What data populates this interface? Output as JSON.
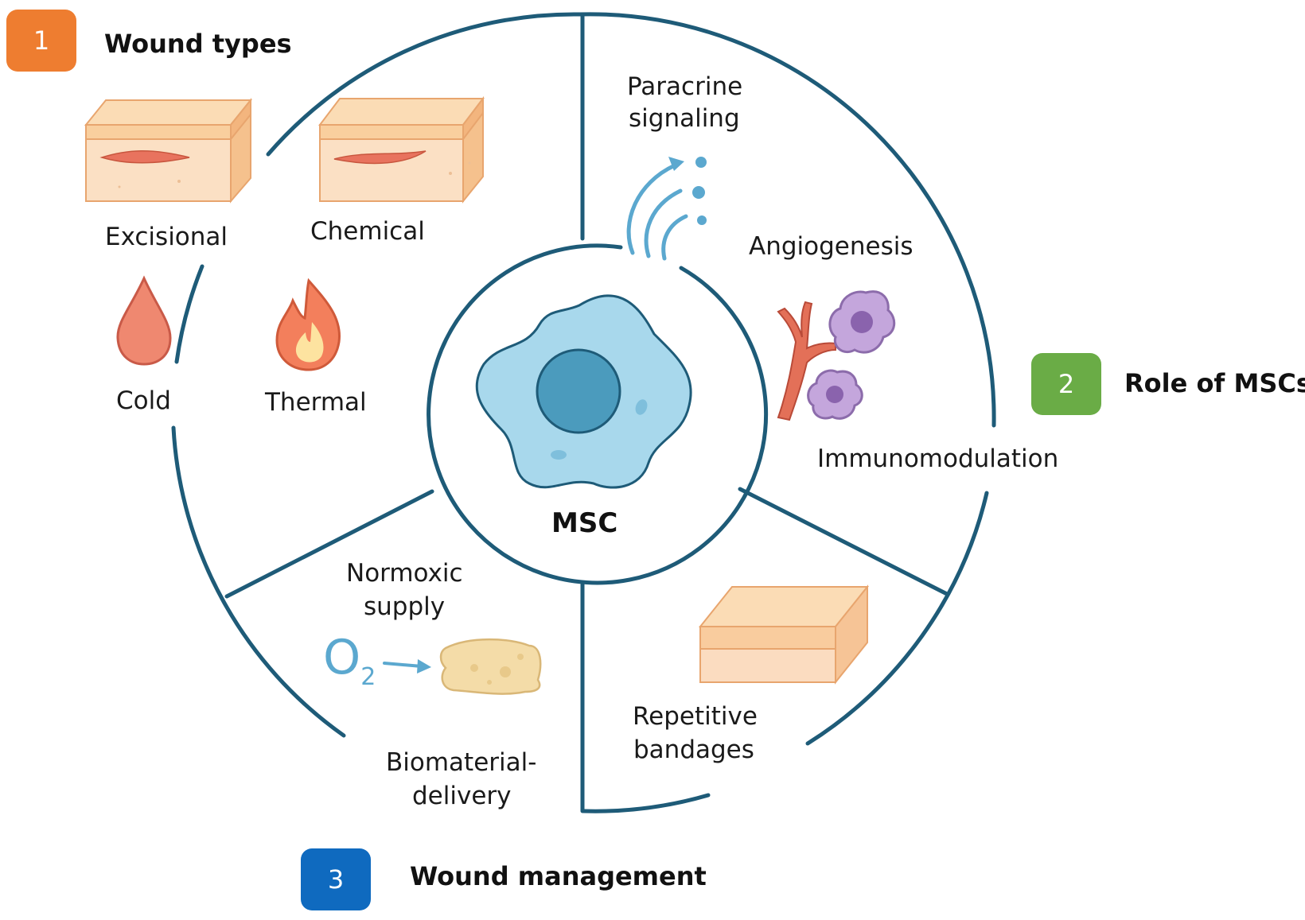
{
  "sections": [
    {
      "number": "1",
      "title": "Wound types",
      "color": "#ee7d30"
    },
    {
      "number": "2",
      "title": "Role of MSCs",
      "color": "#6aac46"
    },
    {
      "number": "3",
      "title": "Wound management",
      "color": "#0f6abf"
    }
  ],
  "center": {
    "label": "MSC"
  },
  "wound_types": [
    "Excisional",
    "Chemical",
    "Cold",
    "Thermal"
  ],
  "roles": {
    "paracrine": [
      "Paracrine",
      "signaling"
    ],
    "angiogenesis": "Angiogenesis",
    "immunomodulation": "Immunomodulation"
  },
  "management": {
    "normoxic": [
      "Normoxic",
      "supply"
    ],
    "oxygen_symbol": "O",
    "oxygen_subscript": "2",
    "biomaterial": [
      "Biomaterial-",
      "delivery"
    ],
    "bandages": [
      "Repetitive",
      "bandages"
    ]
  },
  "colors": {
    "ring": "#1e5b78",
    "cell_body": "#a8d8ec",
    "cell_nucleus": "#4b9bbd",
    "skin": "#f8d0ad",
    "wound": "#e8735e",
    "drop": "#ef8870",
    "flame": "#f37f5c",
    "vessel": "#e37058",
    "immune_cell": "#b99ad0",
    "signal": "#5ba8cf",
    "scaffold": "#f4dca8"
  },
  "icons": [
    "skin-excisional-icon",
    "skin-chemical-icon",
    "blood-drop-icon",
    "flame-icon",
    "signal-waves-icon",
    "blood-vessel-icon",
    "immune-cell-icon",
    "oxygen-icon",
    "scaffold-icon",
    "bandage-icon",
    "msc-cell-icon"
  ]
}
